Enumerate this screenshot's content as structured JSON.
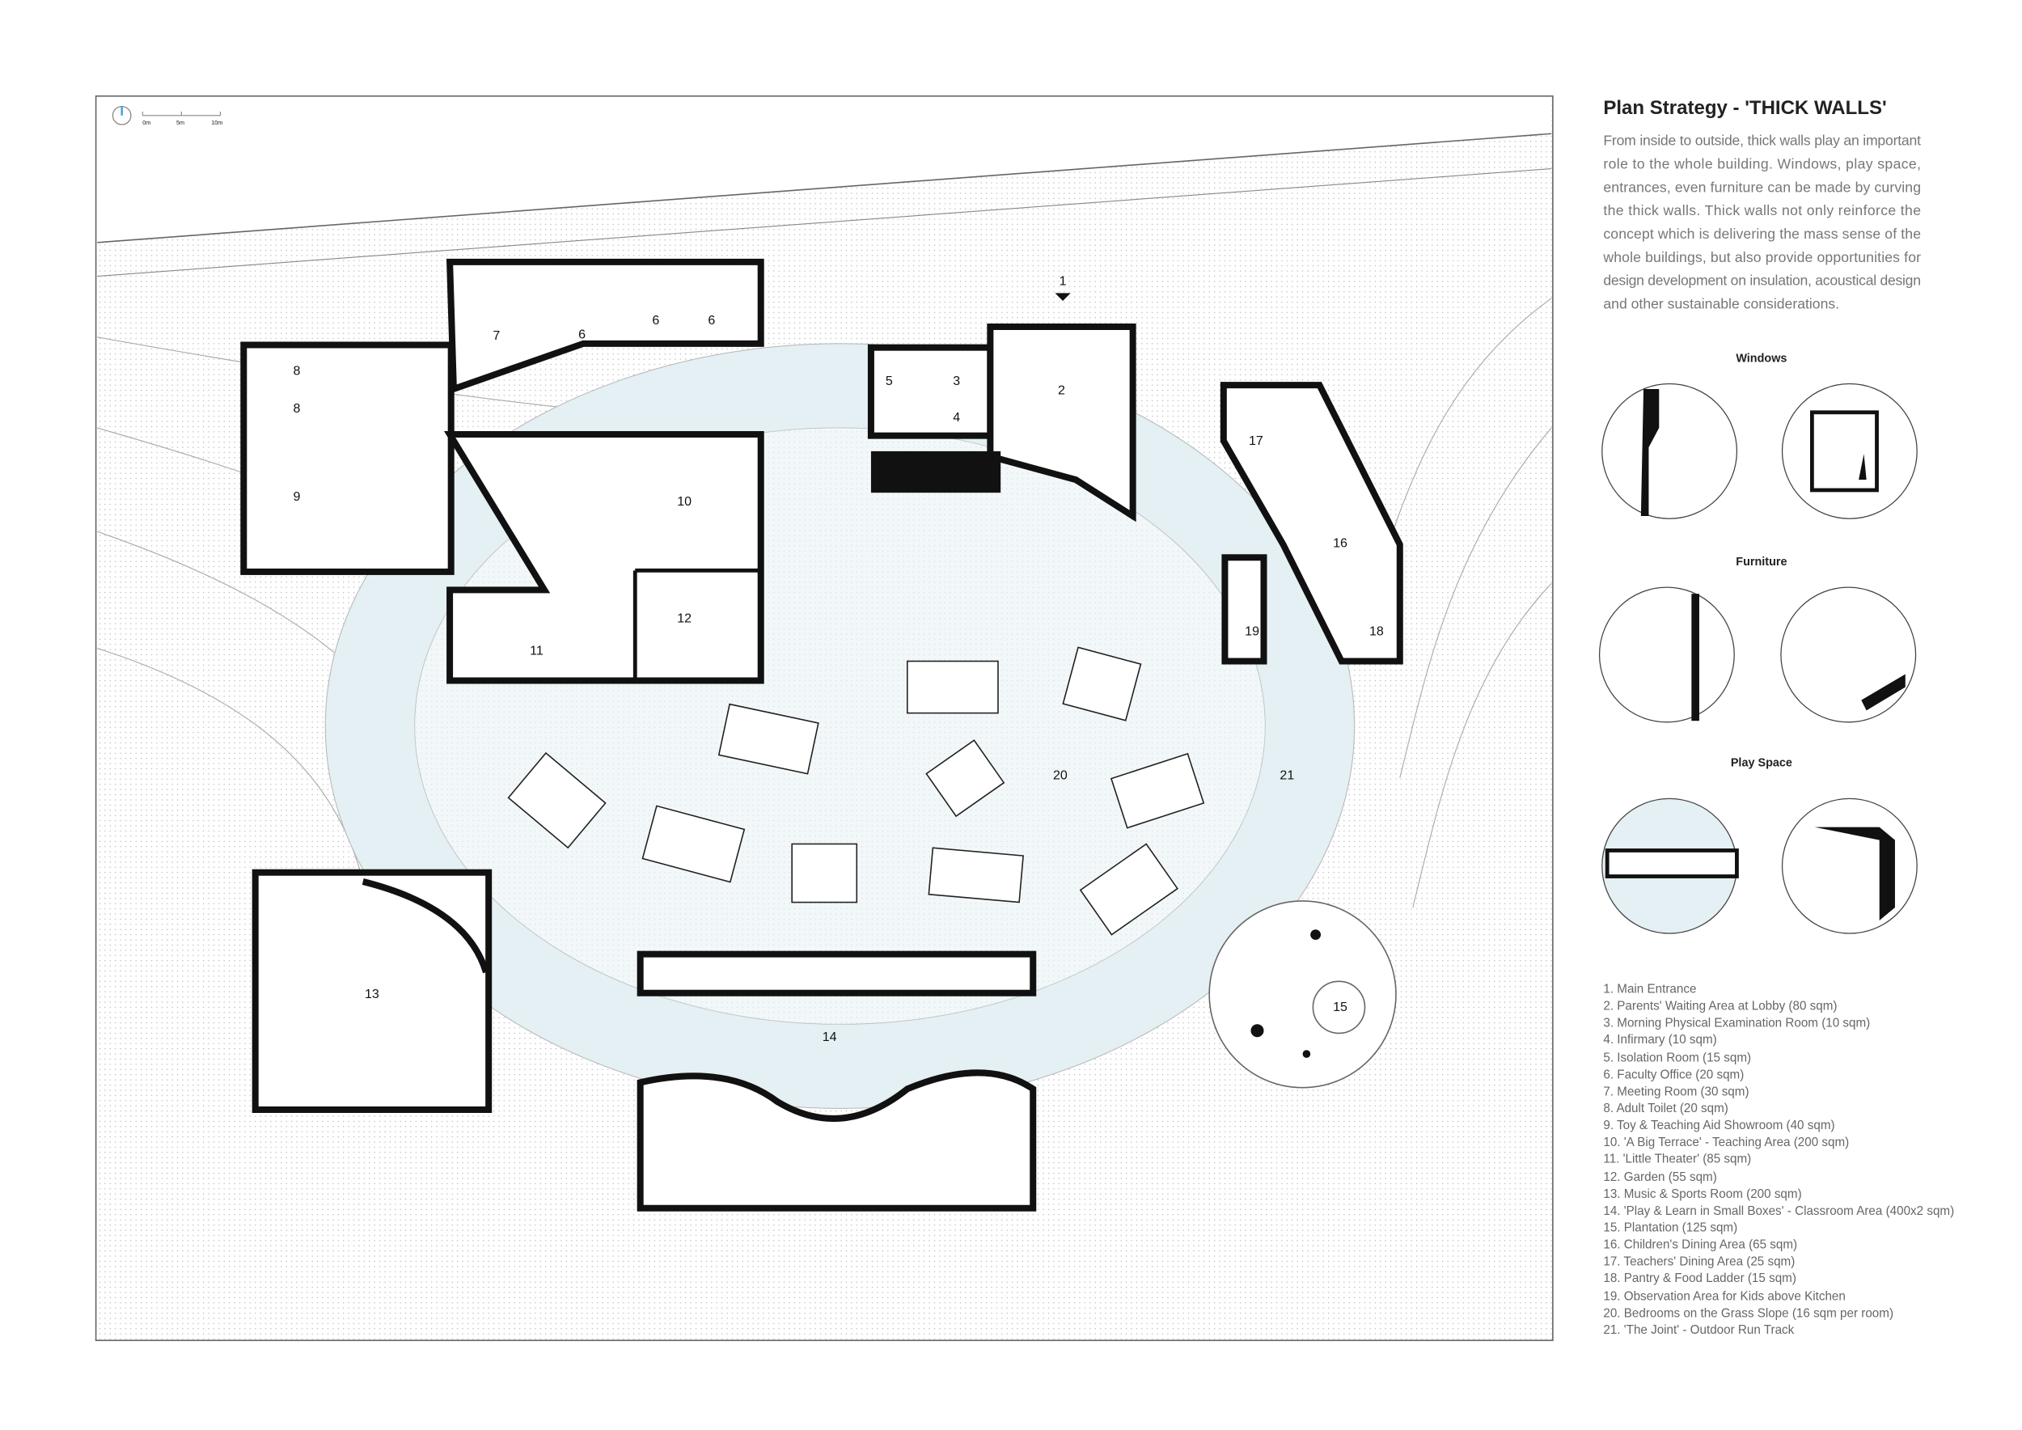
{
  "title": "Plan Strategy - 'THICK WALLS'",
  "paragraph": [
    "From inside to outside, thick walls play an important",
    "role to the whole building. Windows, play space,",
    "entrances, even furniture can be made by curving",
    "the thick walls. Thick walls not only reinforce the",
    "concept which is delivering the mass sense of the",
    "whole buildings, but also  provide opportunities for",
    "design development on insulation, acoustical design",
    "and other sustainable considerations."
  ],
  "scale_bar": {
    "labels": [
      "0m",
      "5m",
      "10m"
    ]
  },
  "details": [
    {
      "label": "Windows"
    },
    {
      "label": "Furniture"
    },
    {
      "label": "Play Space"
    }
  ],
  "room_numbers": [
    "1",
    "2",
    "3",
    "4",
    "5",
    "6",
    "6",
    "6",
    "7",
    "8",
    "8",
    "9",
    "10",
    "11",
    "12",
    "13",
    "14",
    "15",
    "16",
    "17",
    "18",
    "19",
    "20",
    "21"
  ],
  "legend": [
    "1.   Main Entrance",
    "2.   Parents' Waiting Area at Lobby (80 sqm)",
    "3.   Morning Physical Examination Room (10 sqm)",
    "4.   Infirmary (10 sqm)",
    "5.   Isolation Room (15 sqm)",
    "6.   Faculty Office (20 sqm)",
    "7.   Meeting Room (30 sqm)",
    "8.   Adult Toilet (20 sqm)",
    "9.   Toy & Teaching Aid Showroom (40 sqm)",
    "10.  'A Big Terrace' - Teaching Area (200 sqm)",
    "11.   'Little Theater' (85 sqm)",
    "12.   Garden (55 sqm)",
    "13.   Music & Sports Room (200 sqm)",
    "14.  'Play & Learn in Small Boxes' - Classroom Area (400x2 sqm)",
    "15.   Plantation (125 sqm)",
    "16.   Children's Dining Area (65 sqm)",
    "17.   Teachers' Dining Area (25 sqm)",
    "18.   Pantry & Food Ladder (15 sqm)",
    "19.  Observation Area for Kids above Kitchen",
    "20.  Bedrooms on the Grass Slope (16 sqm per room)",
    "21.   'The Joint' - Outdoor Run Track"
  ],
  "colors": {
    "track": "#e4f0f3",
    "wall": "#111111",
    "text": "#777777"
  }
}
